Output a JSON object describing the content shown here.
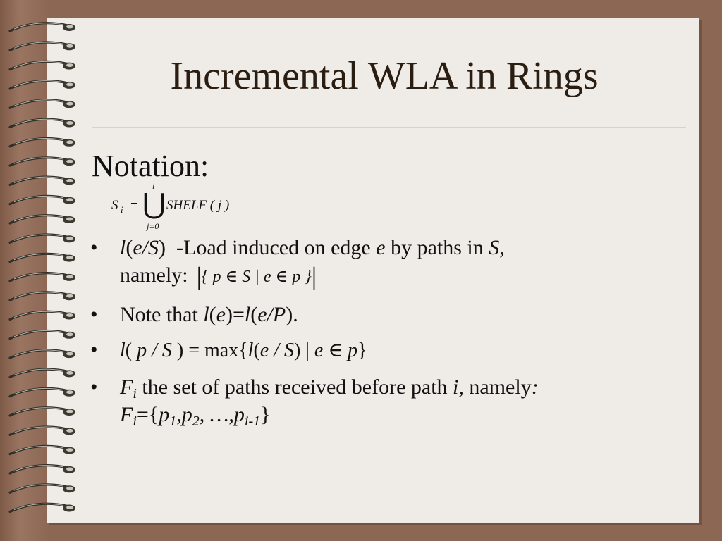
{
  "slide": {
    "title": "Incremental WLA in Rings",
    "heading": "Notation:",
    "union_formula": {
      "lhs": "S",
      "lhs_sub": "i",
      "equals": "=",
      "upper_limit": "i",
      "lower_limit": "j=0",
      "operator": "⋃",
      "body": "SHELF ( j )"
    },
    "bullets": [
      {
        "marker": "•",
        "parts": [
          "l",
          "(",
          "e",
          "/",
          "S",
          ")",
          "  -Load induced on edge ",
          "e",
          " by paths in ",
          "S",
          ","
        ],
        "line2": "namely:",
        "set_expr": "{ p ∈ S | e ∈ p }"
      },
      {
        "marker": "•",
        "parts": [
          "Note that ",
          "l",
          "(",
          "e",
          ")=",
          "l",
          "(",
          "e",
          "/",
          "P",
          ")."
        ]
      },
      {
        "marker": "•",
        "parts": [
          "l",
          "( ",
          "p",
          " / ",
          "S",
          " ) = max{",
          "l",
          "(",
          "e",
          " / ",
          "S",
          ") | ",
          "e",
          " ∈ ",
          "p",
          "}"
        ]
      },
      {
        "marker": "•",
        "parts": [
          "F",
          "i",
          " the set of paths received before path ",
          "i,",
          " namely",
          ":"
        ],
        "line2_parts": [
          "F",
          "i",
          "={",
          "p",
          "1",
          ",",
          "p",
          "2",
          ", …,",
          "p",
          "i-1",
          "}"
        ]
      }
    ]
  },
  "colors": {
    "background": "#8c6753",
    "page": "#efebe6",
    "title_text": "#2a1d12",
    "body_text": "#111111",
    "spiral_metal": "#2f2f2a"
  }
}
